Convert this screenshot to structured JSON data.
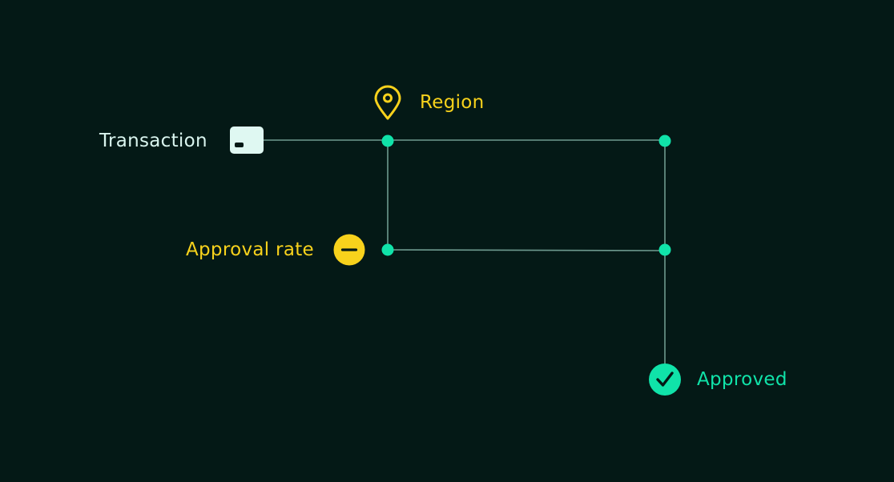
{
  "diagram": {
    "labels": {
      "transaction": "Transaction",
      "region": "Region",
      "approval_rate": "Approval rate",
      "approved": "Approved"
    },
    "icons": {
      "transaction": "credit-card-icon",
      "region": "location-pin-icon",
      "approval_rate": "minus-circle-icon",
      "approved": "check-circle-icon"
    }
  },
  "colors": {
    "background": "#041916",
    "line": "#6e9a8f",
    "node": "#10e3a9",
    "text_light": "#d9f4ee",
    "accent_yellow": "#f8d21c",
    "accent_green": "#10e3a9",
    "card_fill": "#dff8f2",
    "card_stripe": "#041916"
  }
}
